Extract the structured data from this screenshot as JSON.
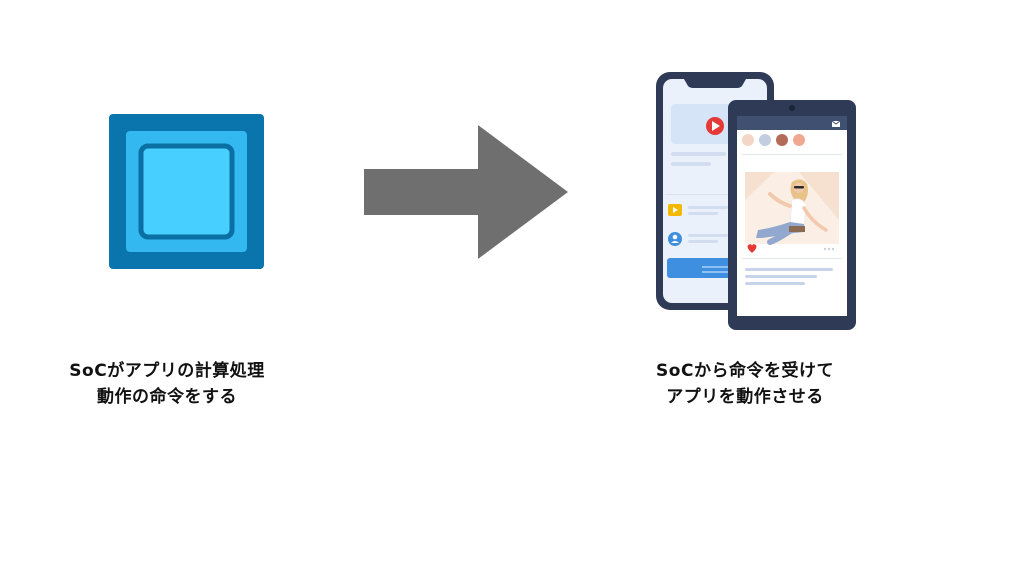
{
  "left": {
    "icon": "cpu-chip-icon",
    "caption_lines": [
      "SoCがアプリの計算処理",
      "動作の命令をする"
    ]
  },
  "center": {
    "icon": "right-arrow-icon"
  },
  "right": {
    "icon": "smartphones-social-app-icon",
    "caption_lines": [
      "SoCから命令を受けて",
      "アプリを動作させる"
    ]
  },
  "colors": {
    "chip_outer": "#0a75ad",
    "chip_mid": "#33b9f0",
    "chip_inner": "#47cfff",
    "chip_border": "#0a6fa3",
    "arrow": "#6f6f6f",
    "phone_frame": "#2f3a57",
    "accent_red": "#e53935",
    "accent_yellow": "#f5b800",
    "accent_blue": "#3f8fe0"
  }
}
